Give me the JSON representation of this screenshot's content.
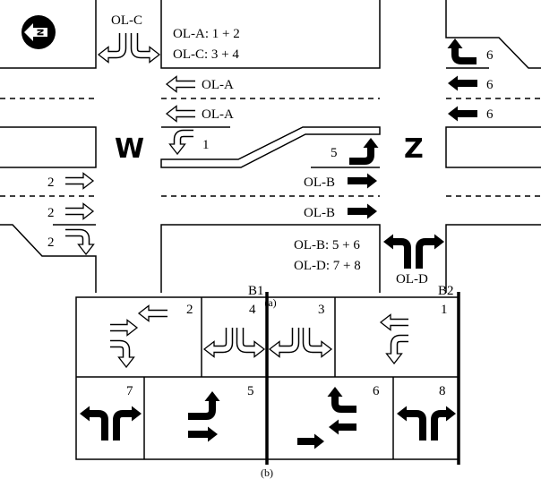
{
  "panel_a": {
    "caption": "(a)",
    "north_label": "N",
    "legend": [
      "OL-A: 1 + 2",
      "OL-C: 3 + 4",
      "OL-B: 5 + 6",
      "OL-D: 7 + 8"
    ],
    "intersection_w": "W",
    "intersection_z": "Z",
    "movement_labels": {
      "olc": "OL-C",
      "ola_1": "OL-A",
      "ola_2": "OL-A",
      "one": "1",
      "five": "5",
      "olb_1": "OL-B",
      "olb_2": "OL-B",
      "two_1": "2",
      "two_2": "2",
      "two_3": "2",
      "old": "OL-D",
      "six_1": "6",
      "six_2": "6",
      "six_3": "6"
    }
  },
  "panel_b": {
    "caption": "(b)",
    "barriers": [
      "B1",
      "B2"
    ],
    "ring1_phases": [
      "2",
      "4",
      "3",
      "1"
    ],
    "ring2_phases": [
      "7",
      "5",
      "6",
      "8"
    ]
  }
}
